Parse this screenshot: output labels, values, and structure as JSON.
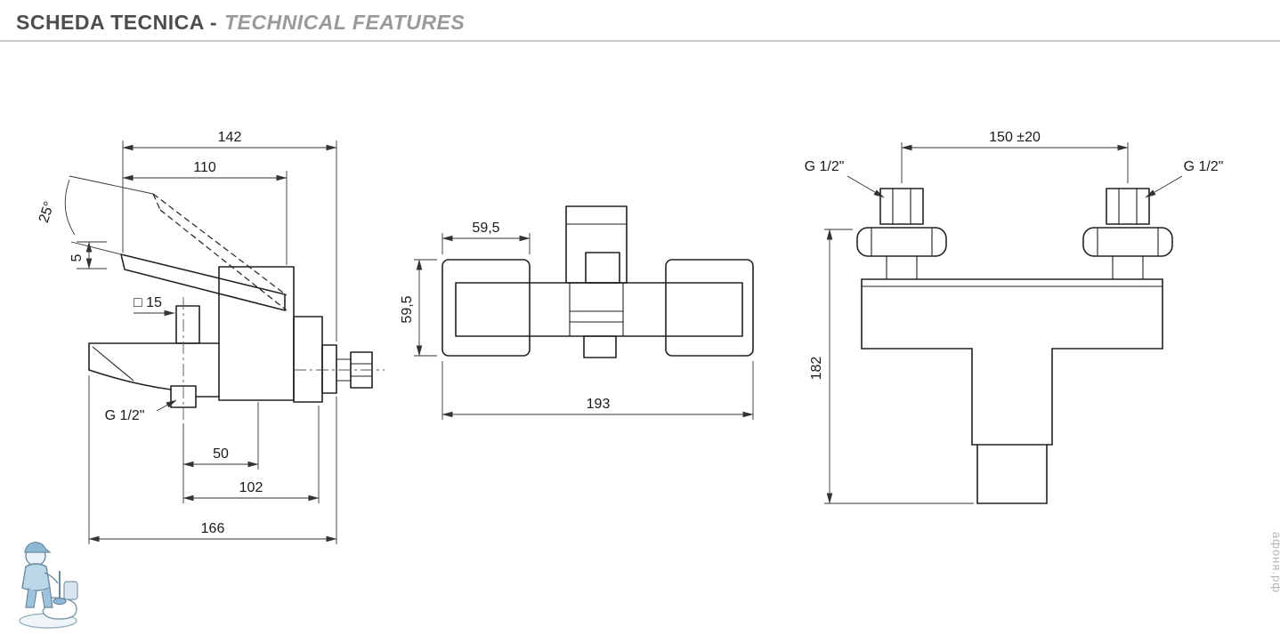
{
  "header": {
    "title_it": "SCHEDA TECNICA -",
    "title_en": "TECHNICAL FEATURES"
  },
  "side_view": {
    "dim_overall_top": "142",
    "dim_handle_reach": "110",
    "dim_handle_angle": "25°",
    "dim_handle_lift": "5",
    "dim_square_section": "□ 15",
    "label_outlet_thread": "G 1/2\"",
    "dim_aerator_to_center": "50",
    "dim_aerator_to_wall": "102",
    "dim_total_depth": "166"
  },
  "top_view": {
    "dim_body_width": "59,5",
    "dim_body_depth": "59,5",
    "dim_total_length": "193"
  },
  "front_view": {
    "dim_centers": "150 ±20",
    "label_thread_left": "G 1/2\"",
    "label_thread_right": "G 1/2\"",
    "dim_total_height": "182"
  },
  "watermark": "афоня.рф",
  "colors": {
    "line": "#222222",
    "dim_line": "#333333",
    "title_primary": "#4d4d4d",
    "title_secondary": "#9a9a9a",
    "mascot_blue": "#bcd7e8"
  }
}
